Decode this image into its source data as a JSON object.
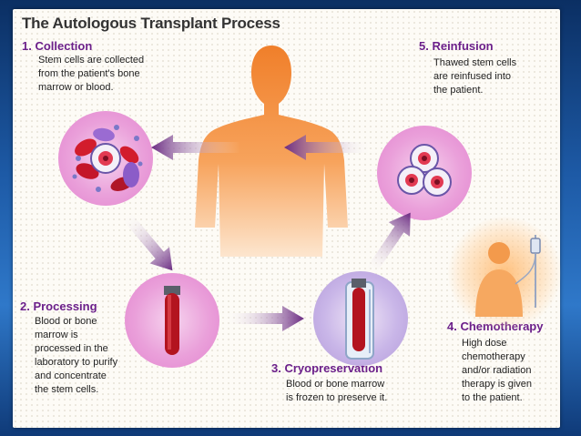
{
  "title": "The Autologous Transplant Process",
  "steps": {
    "collection": {
      "heading": "1. Collection",
      "text": "Stem cells are collected\nfrom the patient's bone\nmarrow or blood."
    },
    "processing": {
      "heading": "2. Processing",
      "text": "Blood or bone\nmarrow is\nprocessed in the\nlaboratory to purify\nand concentrate\nthe stem cells."
    },
    "cryopreservation": {
      "heading": "3. Cryopreservation",
      "text": "Blood or bone marrow\nis frozen to preserve it."
    },
    "chemotherapy": {
      "heading": "4. Chemotherapy",
      "text": "High dose\nchemotherapy\nand/or radiation\ntherapy is given\nto the patient."
    },
    "reinfusion": {
      "heading": "5. Reinfusion",
      "text": "Thawed stem cells\nare reinfused into\nthe patient."
    }
  },
  "icons": [
    "human-silhouette-icon",
    "blood-cells-icon",
    "test-tube-icon",
    "frozen-tube-icon",
    "iv-patient-icon",
    "stem-cells-icon",
    "arrow-icon"
  ],
  "colors": {
    "heading": "#6b1f8a",
    "arrow": "#6b2c82",
    "body_top": "#f07f2a",
    "body_bottom": "#fde6cf",
    "circle": "#e69ad6",
    "background": "#1d5aa6"
  }
}
